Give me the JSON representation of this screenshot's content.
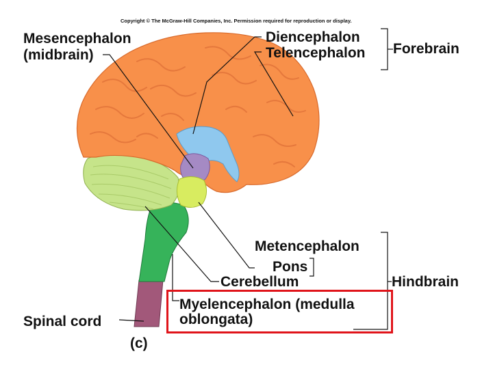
{
  "copyright": "Copyright © The McGraw-Hill Companies, Inc. Permission required for reproduction or display.",
  "labels": {
    "mesencephalon_line1": "Mesencephalon",
    "mesencephalon_line2": "(midbrain)",
    "diencephalon": "Diencephalon",
    "telencephalon": "Telencephalon",
    "forebrain": "Forebrain",
    "metencephalon": "Metencephalon",
    "pons": "Pons",
    "cerebellum": "Cerebellum",
    "hindbrain": "Hindbrain",
    "myelencephalon_line1": "Myelencephalon (medulla",
    "myelencephalon_line2": "oblongata)",
    "spinal_cord": "Spinal cord",
    "panel": "(c)"
  },
  "colors": {
    "telencephalon": "#f8904a",
    "telencephalon_dark": "#e8743a",
    "diencephalon": "#8fc8ee",
    "mesencephalon": "#a58ac4",
    "pons": "#d8ec60",
    "cerebellum": "#c6e48a",
    "medulla": "#36b35a",
    "spinal_cord": "#a2587a",
    "highlight": "#e0141a"
  }
}
